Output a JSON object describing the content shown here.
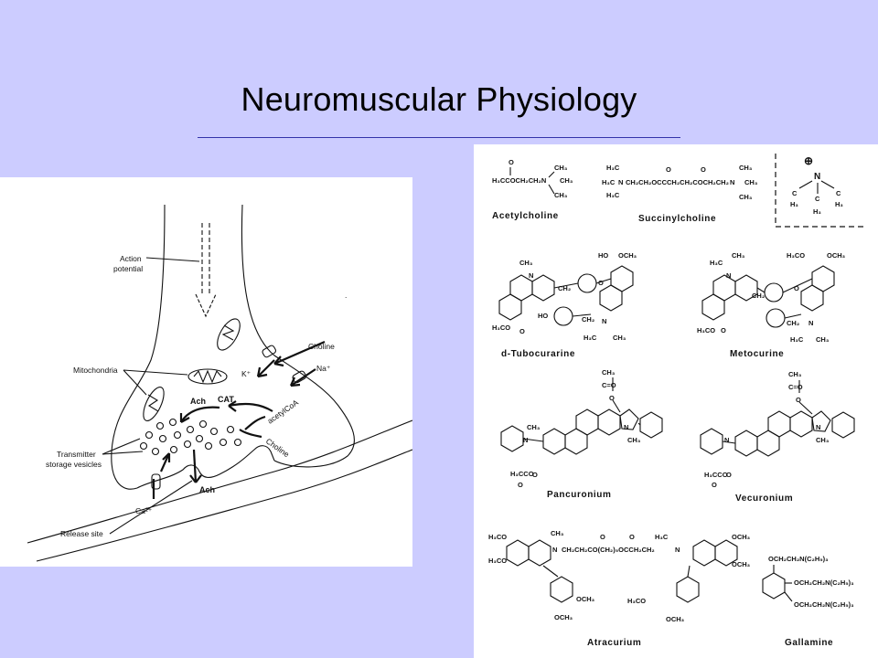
{
  "slide": {
    "title": "Neuromuscular Physiology"
  },
  "diagram": {
    "labels": {
      "action_potential_1": "Action",
      "action_potential_2": "potential",
      "mitochondria": "Mitochondria",
      "transmitter_1": "Transmitter",
      "transmitter_2": "storage vesicles",
      "release_site": "Release site",
      "ca": "Ca²⁺",
      "ach_left": "Ach",
      "ach_bottom": "Ach",
      "cat": "CAT",
      "choline_top": "Choline",
      "choline_bottom": "Choline",
      "acetylcoa": "acetylCoA",
      "k": "K⁺",
      "na": "Na⁺"
    }
  },
  "structures": {
    "acetylcholine": {
      "name": "Acetylcholine",
      "formula": "H₃CCOCH₂CH₂N",
      "carbonyl": "O",
      "methyls": [
        "CH₃",
        "CH₃",
        "CH₃"
      ]
    },
    "succinylcholine": {
      "name": "Succinylcholine",
      "formula": "CH₂CH₂OCCCH₂CH₂COCH₂CH₂",
      "left_n": "N",
      "right_n": "N",
      "methyls_left": [
        "H₃C",
        "H₃C",
        "H₃C"
      ],
      "methyls_right": [
        "CH₃",
        "CH₃",
        "CH₃"
      ],
      "carbonyls": [
        "O",
        "O"
      ]
    },
    "quaternary": {
      "charge": "⊕",
      "n": "N",
      "c_labels": [
        "C",
        "C",
        "C"
      ],
      "h_labels": [
        "H₃",
        "H₃",
        "H₃"
      ]
    },
    "d_tubocurarine": {
      "name": "d-Tubocurarine",
      "groups": [
        "CH₃",
        "HO",
        "OCH₃",
        "CH₂",
        "O",
        "HO",
        "H₃CO",
        "O",
        "CH₂",
        "N",
        "H₃C",
        "CH₃",
        "N"
      ]
    },
    "metocurine": {
      "name": "Metocurine",
      "groups": [
        "H₃C",
        "CH₃",
        "N",
        "H₃CO",
        "OCH₃",
        "CH₂",
        "O",
        "H₃CO",
        "O",
        "CH₂",
        "N",
        "H₃C",
        "CH₃"
      ]
    },
    "pancuronium": {
      "name": "Pancuronium",
      "groups": [
        "CH₃",
        "C=O",
        "O",
        "N",
        "CH₃",
        "N",
        "CH₃",
        "H₃CCO",
        "O",
        "O"
      ]
    },
    "vecuronium": {
      "name": "Vecuronium",
      "groups": [
        "CH₃",
        "C=O",
        "O",
        "N",
        "CH₃",
        "N",
        "H₃CCO",
        "O",
        "O"
      ]
    },
    "atracurium": {
      "name": "Atracurium",
      "groups": [
        "H₃CO",
        "H₃CO",
        "CH₃",
        "N",
        "CH₂CH₂CO(CH₂)₅OCCH₂CH₂",
        "H₃C",
        "N",
        "OCH₃",
        "OCH₃",
        "OCH₃",
        "OCH₃",
        "H₃CO",
        "OCH₃",
        "O",
        "O"
      ]
    },
    "gallamine": {
      "name": "Gallamine",
      "groups": [
        "OCH₂CH₂N(C₂H₅)₃",
        "OCH₂CH₂N(C₂H₅)₃",
        "OCH₂CH₂N(C₂H₅)₃"
      ]
    }
  }
}
